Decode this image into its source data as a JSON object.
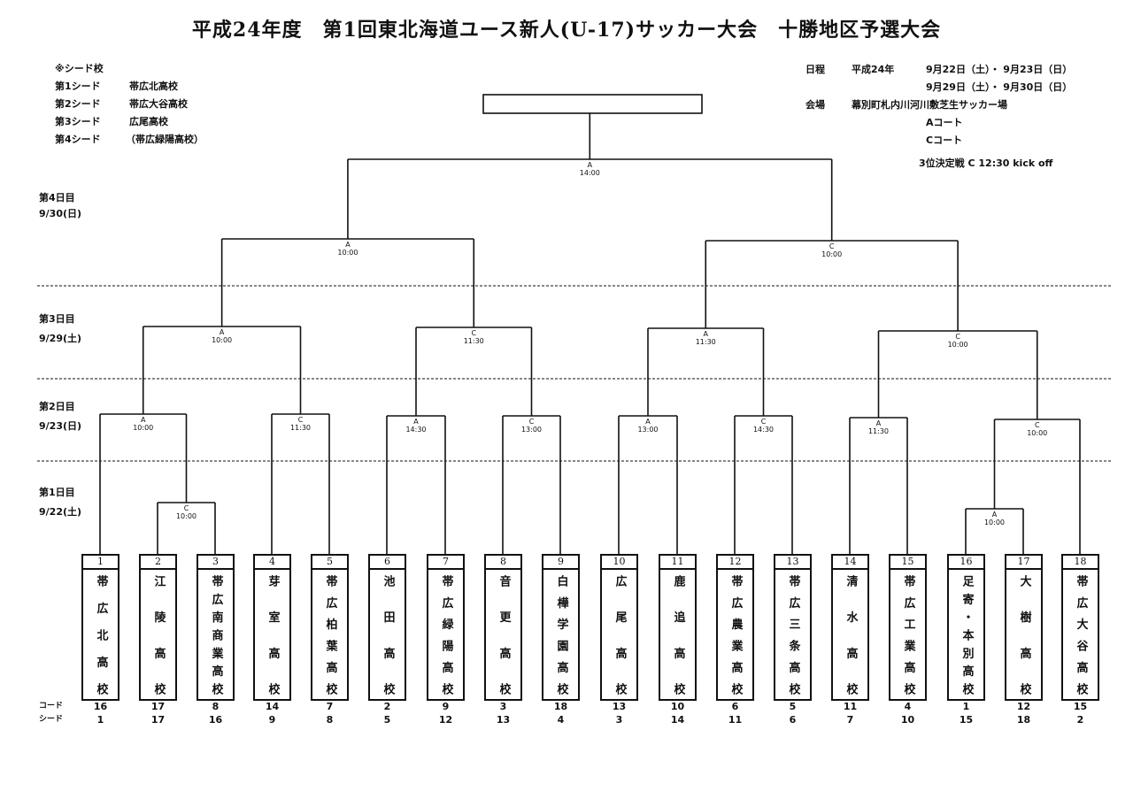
{
  "title": "平成24年度　第1回東北海道ユース新人(U-17)サッカー大会　十勝地区予選大会",
  "seeds": {
    "header": "※シード校",
    "items": [
      {
        "label": "第1シード",
        "school": "帯広北高校"
      },
      {
        "label": "第2シード",
        "school": "帯広大谷高校"
      },
      {
        "label": "第3シード",
        "school": "広尾高校"
      },
      {
        "label": "第4シード",
        "school": "（帯広緑陽高校）"
      }
    ]
  },
  "info": {
    "schedule_label": "日程",
    "schedule_year": "平成24年",
    "dates_line1": "9月22日（土）・ 9月23日（日）",
    "dates_line2": "9月29日（土）・ 9月30日（日）",
    "venue_label": "会場",
    "venue": "幕別町札内川河川敷芝生サッカー場",
    "court_a": "Aコート",
    "court_c": "Cコート",
    "third_place": "3位決定戦  C  12:30 kick off"
  },
  "days": [
    {
      "label": "第4日目",
      "date": "9/30(日)"
    },
    {
      "label": "第3日目",
      "date": "9/29(土)"
    },
    {
      "label": "第2日目",
      "date": "9/23(日)"
    },
    {
      "label": "第1日目",
      "date": "9/22(土)"
    }
  ],
  "row_labels": {
    "code": "コード",
    "seed": "シード"
  },
  "teams": [
    {
      "no": "1",
      "name": "帯広北高校",
      "code": "16",
      "seed": "1"
    },
    {
      "no": "2",
      "name": "江陵高校",
      "code": "17",
      "seed": "17"
    },
    {
      "no": "3",
      "name": "帯広南商業高校",
      "code": "8",
      "seed": "16"
    },
    {
      "no": "4",
      "name": "芽室高校",
      "code": "14",
      "seed": "9"
    },
    {
      "no": "5",
      "name": "帯広柏葉高校",
      "code": "7",
      "seed": "8"
    },
    {
      "no": "6",
      "name": "池田高校",
      "code": "2",
      "seed": "5"
    },
    {
      "no": "7",
      "name": "帯広緑陽高校",
      "code": "9",
      "seed": "12"
    },
    {
      "no": "8",
      "name": "音更高校",
      "code": "3",
      "seed": "13"
    },
    {
      "no": "9",
      "name": "白樺学園高校",
      "code": "18",
      "seed": "4"
    },
    {
      "no": "10",
      "name": "広尾高校",
      "code": "13",
      "seed": "3"
    },
    {
      "no": "11",
      "name": "鹿追高校",
      "code": "10",
      "seed": "14"
    },
    {
      "no": "12",
      "name": "帯広農業高校",
      "code": "6",
      "seed": "11"
    },
    {
      "no": "13",
      "name": "帯広三条高校",
      "code": "5",
      "seed": "6"
    },
    {
      "no": "14",
      "name": "清水高校",
      "code": "11",
      "seed": "7"
    },
    {
      "no": "15",
      "name": "帯広工業高校",
      "code": "4",
      "seed": "10"
    },
    {
      "no": "16",
      "name": "足寄・本別高校",
      "code": "1",
      "seed": "15"
    },
    {
      "no": "17",
      "name": "大樹高校",
      "code": "12",
      "seed": "18"
    },
    {
      "no": "18",
      "name": "帯広大谷高校",
      "code": "15",
      "seed": "2"
    }
  ],
  "matches": {
    "m1": {
      "court": "C",
      "time": "10:00"
    },
    "m2": {
      "court": "A",
      "time": "10:00"
    },
    "d2a": {
      "court": "A",
      "time": "10:00"
    },
    "d2b": {
      "court": "C",
      "time": "11:30"
    },
    "d2c": {
      "court": "A",
      "time": "14:30"
    },
    "d2d": {
      "court": "C",
      "time": "13:00"
    },
    "d2e": {
      "court": "A",
      "time": "13:00"
    },
    "d2f": {
      "court": "C",
      "time": "14:30"
    },
    "d2g": {
      "court": "A",
      "time": "11:30"
    },
    "d2h": {
      "court": "C",
      "time": "10:00"
    },
    "d3a": {
      "court": "A",
      "time": "10:00"
    },
    "d3b": {
      "court": "C",
      "time": "11:30"
    },
    "d3c": {
      "court": "A",
      "time": "11:30"
    },
    "d3d": {
      "court": "C",
      "time": "10:00"
    },
    "d4a": {
      "court": "A",
      "time": "10:00"
    },
    "d4b": {
      "court": "C",
      "time": "10:00"
    },
    "final": {
      "court": "A",
      "time": "14:00"
    }
  }
}
